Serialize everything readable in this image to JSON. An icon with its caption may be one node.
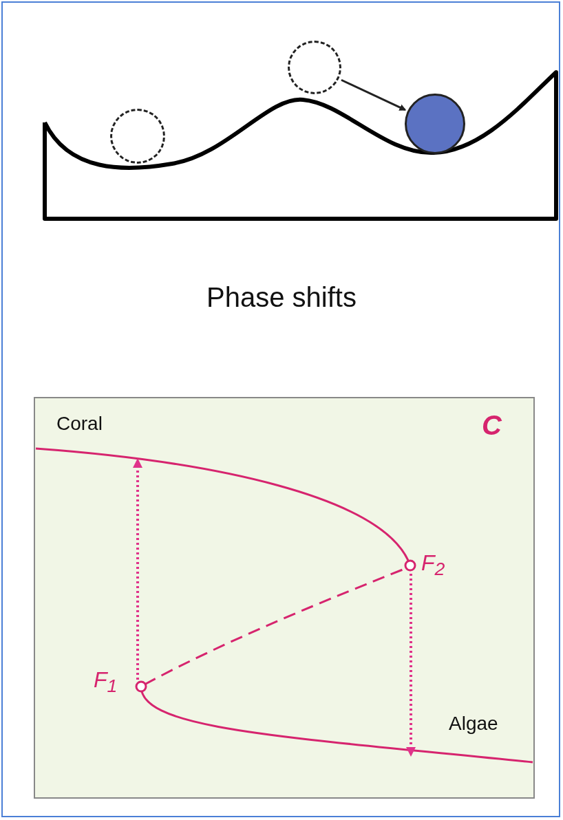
{
  "diagram": {
    "caption": "Phase shifts",
    "nodes": [
      {
        "text": [],
        "shape": "circle"
      },
      {
        "text": [],
        "shape": "circle"
      },
      {
        "text": [],
        "shape": "circle"
      }
    ],
    "edges": [
      {
        "from": 1,
        "to": 2,
        "arrow": "to"
      }
    ],
    "labels": [
      "Coral",
      "C",
      "F$_{2}$",
      "F$_{1}$",
      "Algae"
    ]
  }
}
